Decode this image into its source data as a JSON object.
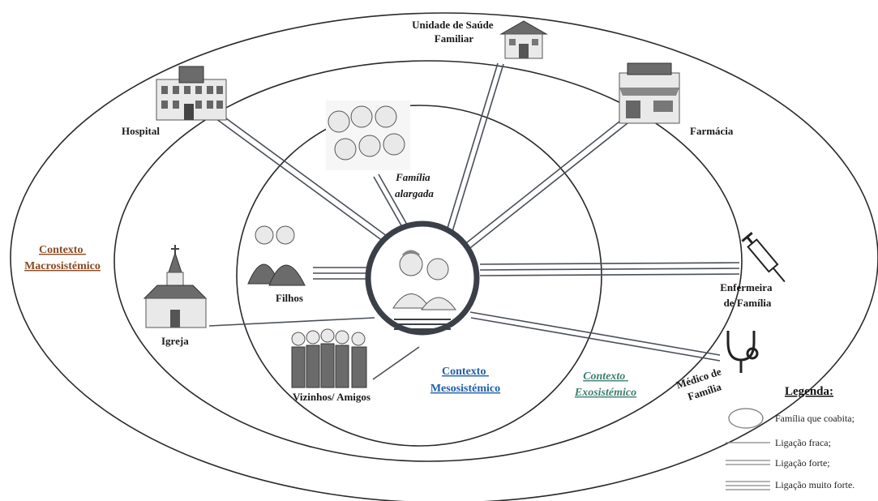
{
  "contexts": {
    "macro": [
      "Contexto",
      "Macrosistémico"
    ],
    "exo": [
      "Contexto",
      "Exosistémico"
    ],
    "meso": [
      "Contexto",
      "Mesosistémico"
    ]
  },
  "nodes": {
    "usf": [
      "Unidade de Saúde",
      "Familiar"
    ],
    "hospital": "Hospital",
    "farmacia": "Farmácia",
    "familia_alargada": [
      "Família",
      "alargada"
    ],
    "filhos": "Filhos",
    "igreja": "Igreja",
    "vizinhos": "Vizinhos/ Amigos",
    "enfermeira": [
      "Enfermeira",
      "de Família"
    ],
    "medico": [
      "Médico de",
      "Família"
    ]
  },
  "legend": {
    "title": "Legenda:",
    "items": [
      "Família que coabita;",
      "Ligação fraca;",
      "Ligação forte;",
      "Ligação muito forte."
    ]
  },
  "icons": {
    "usf": "clinic-building-icon",
    "hospital": "hospital-building-icon",
    "farmacia": "pharmacy-store-icon",
    "familia_alargada": "extended-family-portraits-icon",
    "filhos": "two-sons-icon",
    "igreja": "church-icon",
    "vizinhos": "group-of-neighbours-icon",
    "enfermeira": "syringe-icon",
    "medico": "stethoscope-icon",
    "centro": "elderly-couple-icon"
  },
  "connections": [
    {
      "to": "hospital",
      "strength": "strong"
    },
    {
      "to": "usf",
      "strength": "strong"
    },
    {
      "to": "farmacia",
      "strength": "strong"
    },
    {
      "to": "familia_alargada",
      "strength": "strong"
    },
    {
      "to": "filhos",
      "strength": "very-strong"
    },
    {
      "to": "enfermeira",
      "strength": "very-strong"
    },
    {
      "to": "medico",
      "strength": "strong"
    },
    {
      "to": "igreja",
      "strength": "weak"
    },
    {
      "to": "vizinhos",
      "strength": "weak"
    }
  ]
}
